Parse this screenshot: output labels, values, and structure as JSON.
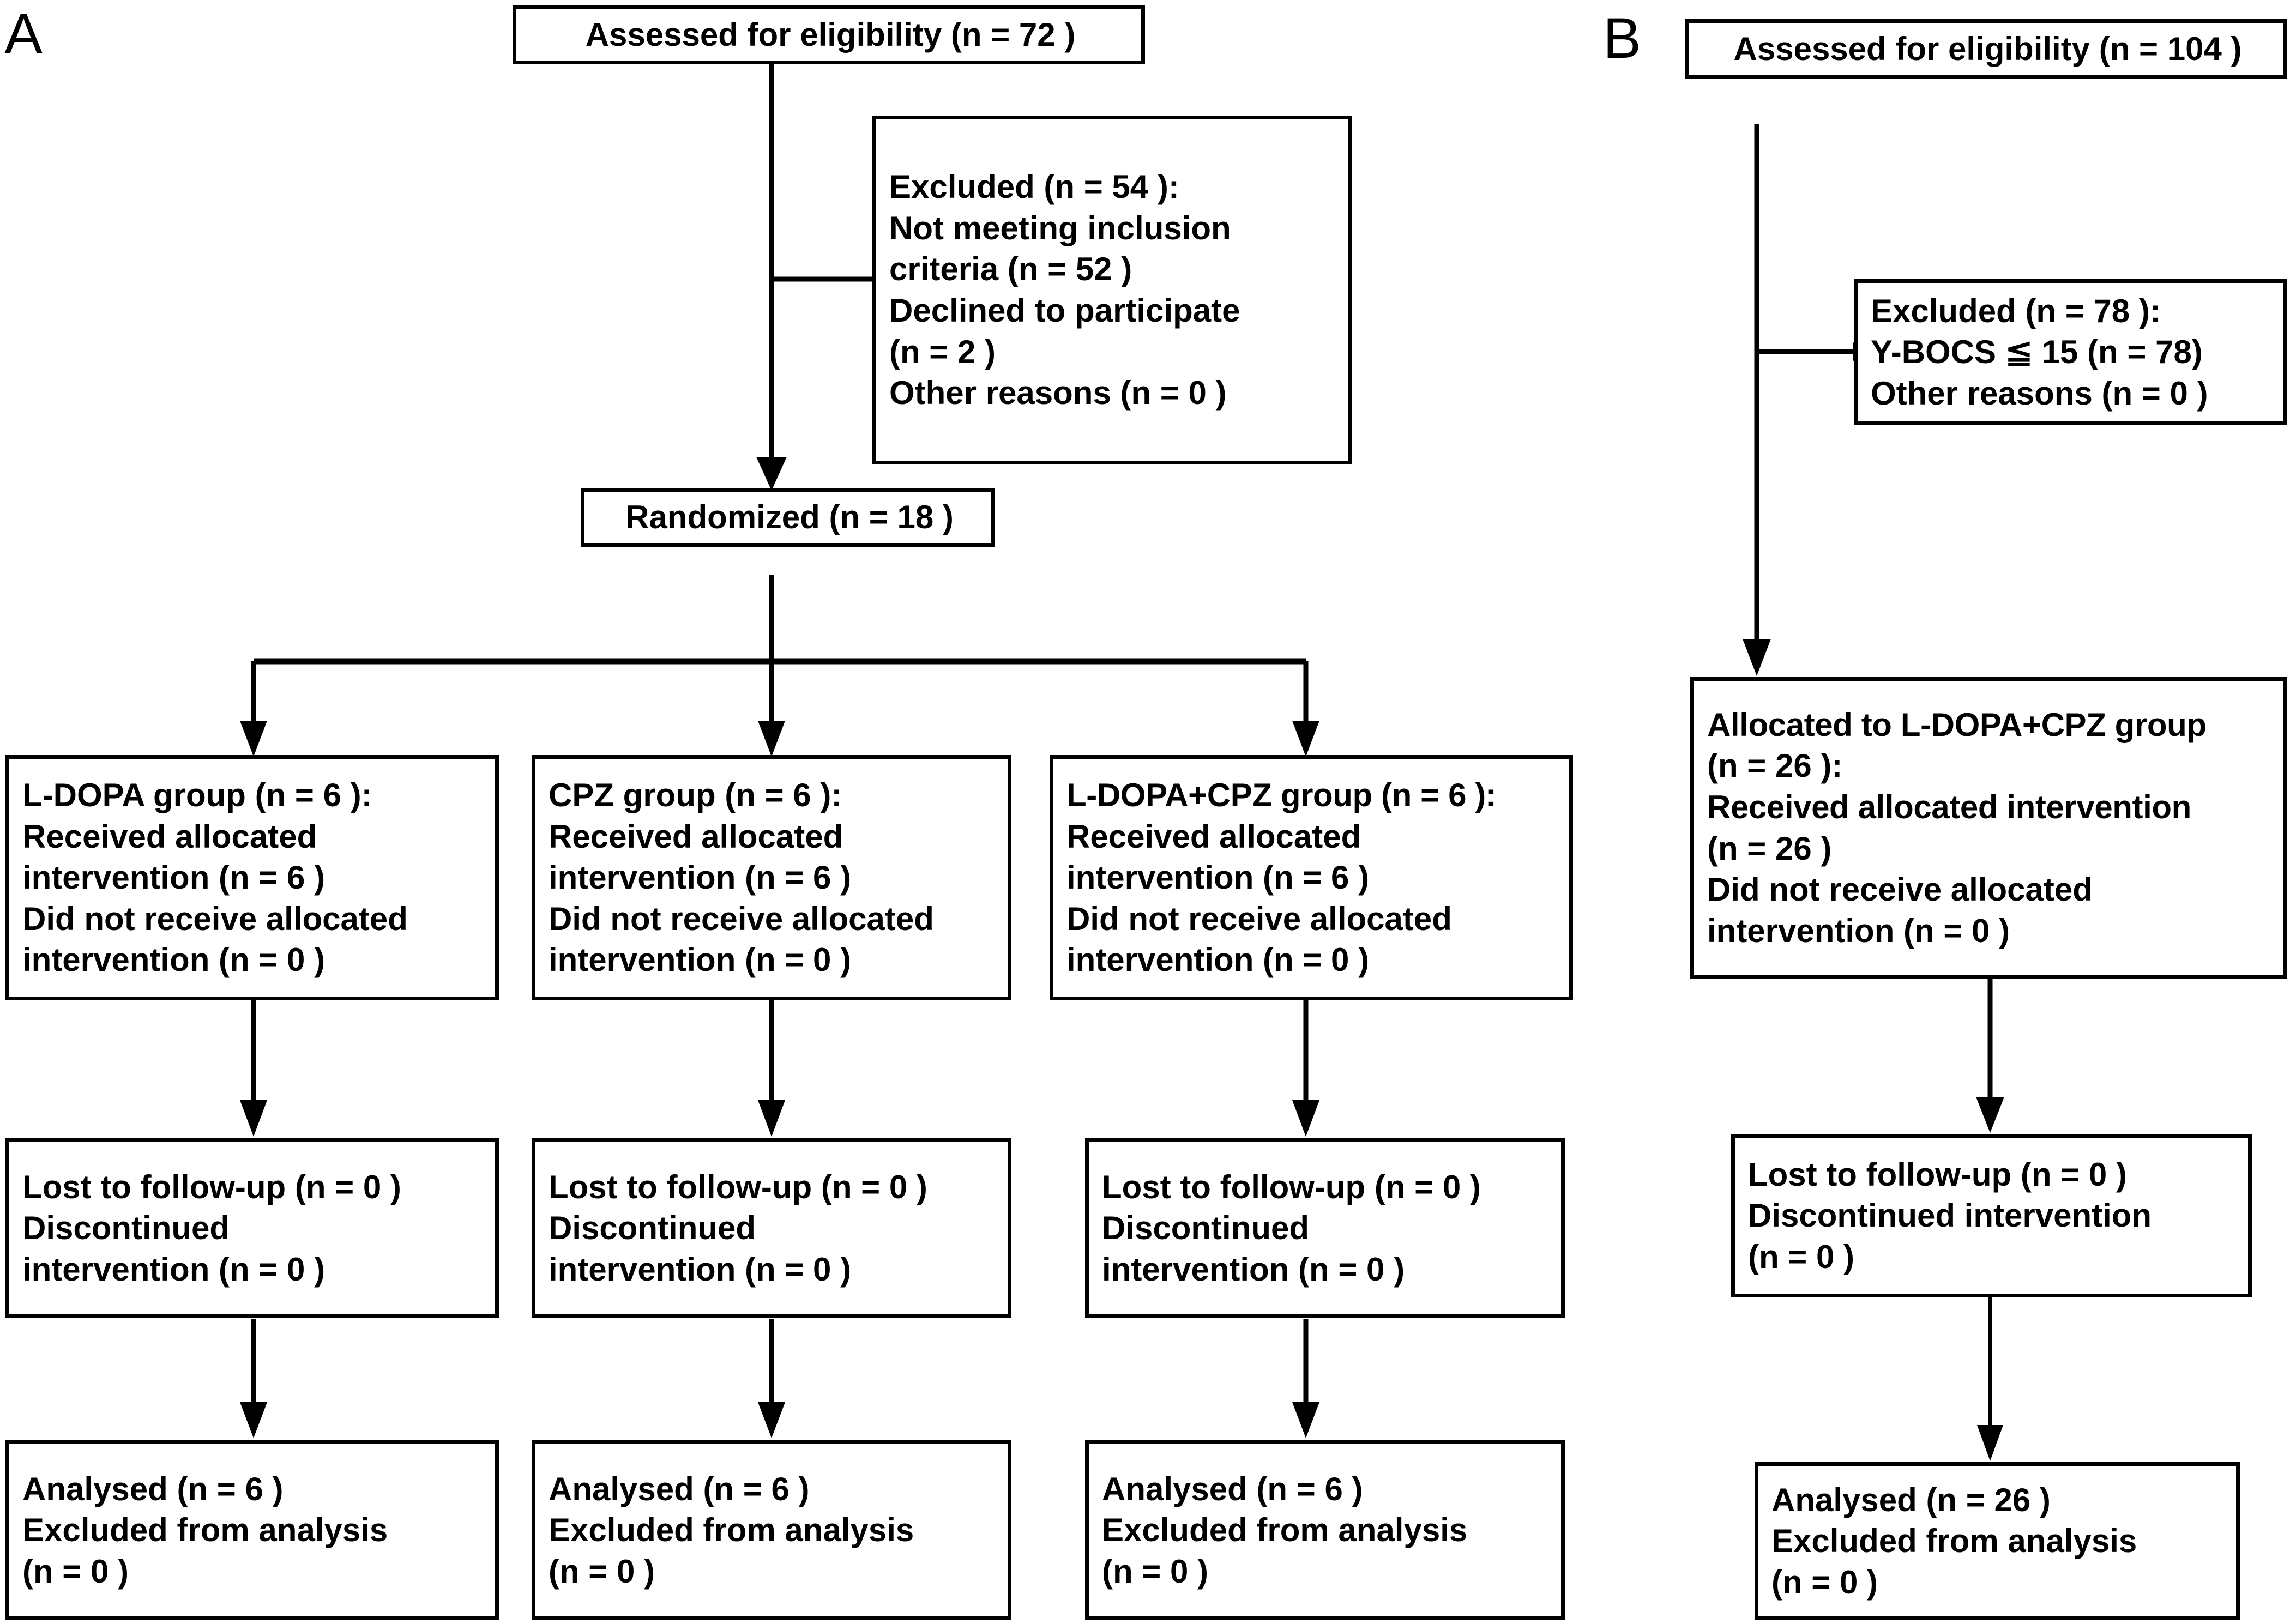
{
  "figure": {
    "type": "consort-flow-diagram",
    "panels": [
      {
        "label": "A",
        "boxes": {
          "assessed": {
            "lines": [
              "Assessed for eligibility (n = 72 )"
            ]
          },
          "excluded": {
            "lines": [
              "Excluded (n = 54 ):",
              "Not meeting inclusion",
              "criteria (n = 52 )",
              "Declined to participate",
              "(n = 2 )",
              "Other reasons (n = 0 )"
            ]
          },
          "randomized": {
            "lines": [
              "Randomized (n = 18 )"
            ]
          },
          "arms": [
            {
              "allocation": {
                "lines": [
                  "L-DOPA group (n = 6 ):",
                  "Received allocated",
                  "intervention (n = 6 )",
                  "Did not receive allocated",
                  "intervention (n = 0 )"
                ]
              },
              "followup": {
                "lines": [
                  "Lost to follow-up (n = 0 )",
                  "Discontinued",
                  "intervention (n = 0 )"
                ]
              },
              "analysis": {
                "lines": [
                  "Analysed (n = 6 )",
                  "Excluded from analysis",
                  "(n = 0 )"
                ]
              }
            },
            {
              "allocation": {
                "lines": [
                  "CPZ group (n = 6 ):",
                  "Received allocated",
                  "intervention (n = 6 )",
                  "Did not receive allocated",
                  "intervention (n = 0 )"
                ]
              },
              "followup": {
                "lines": [
                  "Lost to follow-up (n = 0 )",
                  "Discontinued",
                  "intervention (n = 0 )"
                ]
              },
              "analysis": {
                "lines": [
                  "Analysed (n = 6 )",
                  "Excluded from analysis",
                  "(n = 0 )"
                ]
              }
            },
            {
              "allocation": {
                "lines": [
                  "L-DOPA+CPZ group (n = 6 ):",
                  "Received allocated",
                  "intervention (n = 6 )",
                  "Did not receive allocated",
                  "intervention (n = 0 )"
                ]
              },
              "followup": {
                "lines": [
                  "Lost to follow-up (n = 0 )",
                  "Discontinued",
                  "intervention (n = 0 )"
                ]
              },
              "analysis": {
                "lines": [
                  "Analysed (n = 6  )",
                  "Excluded from analysis",
                  "(n = 0 )"
                ]
              }
            }
          ]
        }
      },
      {
        "label": "B",
        "boxes": {
          "assessed": {
            "lines": [
              "Assessed for eligibility (n = 104 )"
            ]
          },
          "excluded": {
            "lines": [
              "Excluded (n = 78 ):",
              "Y-BOCS ≦ 15 (n = 78)",
              "Other reasons (n = 0 )"
            ]
          },
          "allocation": {
            "lines": [
              "Allocated to L-DOPA+CPZ group",
              "(n = 26 ):",
              "Received allocated intervention",
              "(n = 26 )",
              "Did not receive allocated",
              "intervention (n = 0 )"
            ]
          },
          "followup": {
            "lines": [
              "Lost to follow-up (n = 0 )",
              "Discontinued intervention",
              "(n = 0 )"
            ]
          },
          "analysis": {
            "lines": [
              "Analysed (n = 26 )",
              "Excluded from analysis",
              "(n = 0 )"
            ]
          }
        }
      }
    ],
    "colors": {
      "stroke": "#000000",
      "background": "#ffffff",
      "text": "#000000"
    }
  }
}
